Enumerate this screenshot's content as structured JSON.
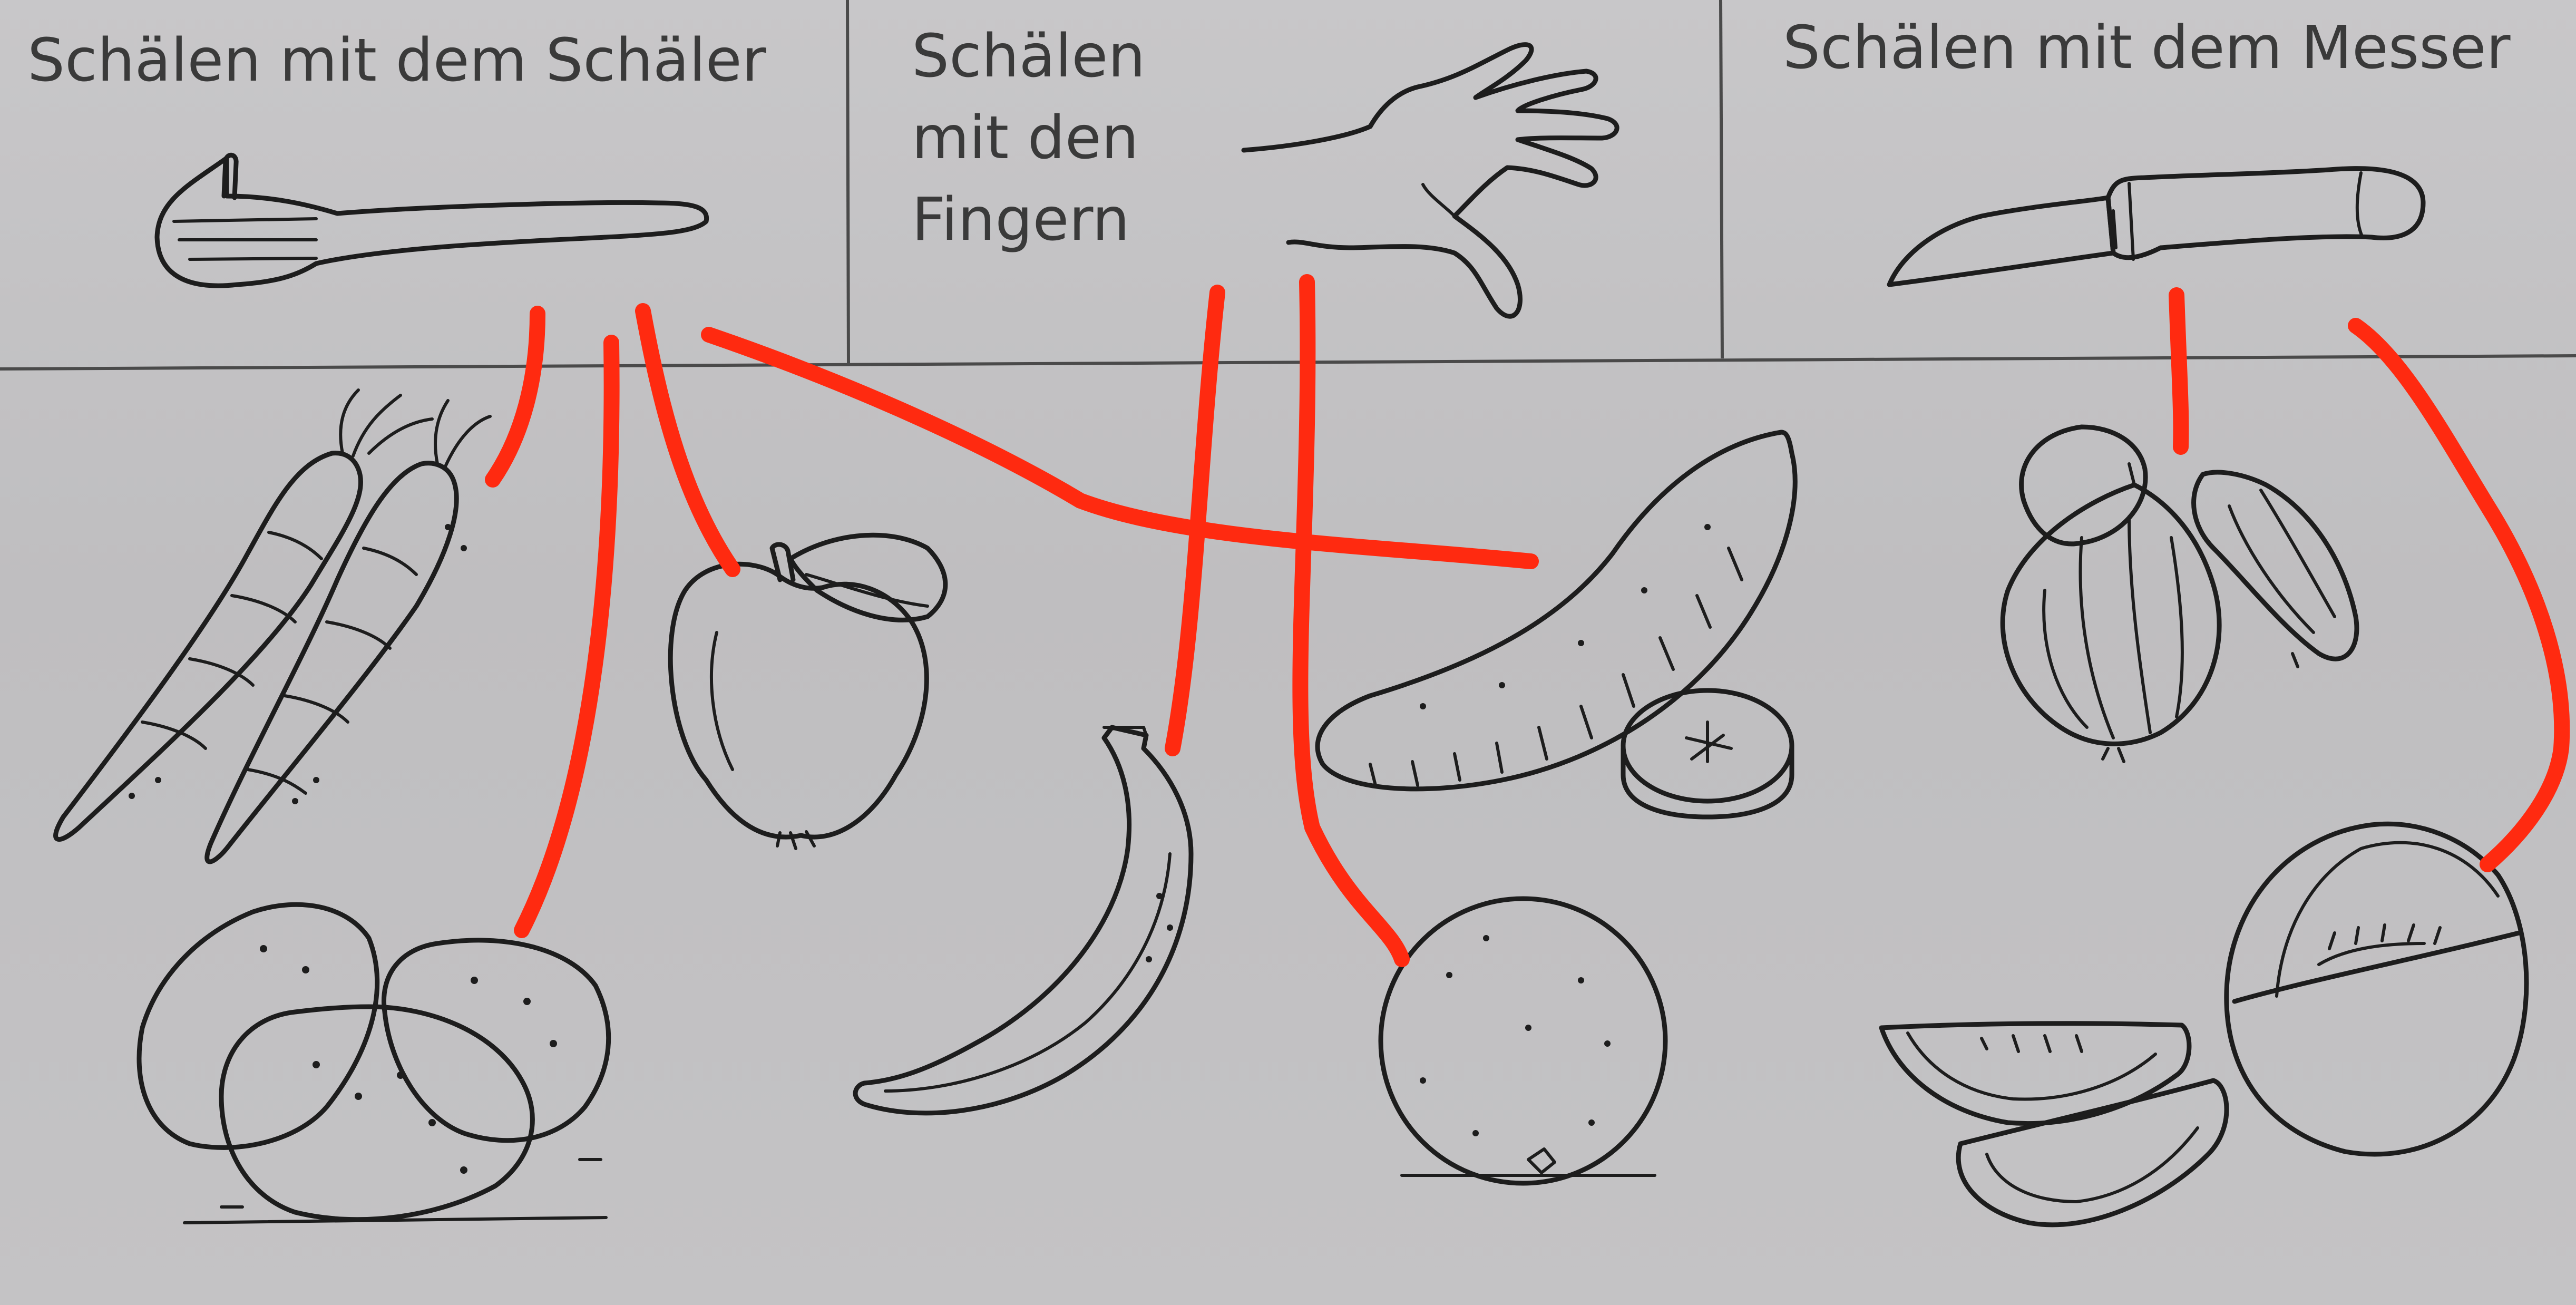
{
  "worksheet": {
    "headings": {
      "peeler": "Schälen mit dem Schäler",
      "fingers": [
        "Schälen",
        "mit den",
        "Fingern"
      ],
      "knife": "Schälen mit dem Messer"
    },
    "tools": {
      "peeler": "peeler-icon",
      "fingers": "hand-icon",
      "knife": "knife-icon"
    },
    "foods": [
      "carrot",
      "apple",
      "potato",
      "banana",
      "cucumber",
      "orange",
      "onion",
      "melon"
    ],
    "matching_lines": [
      {
        "tool": "peeler",
        "food": "carrot"
      },
      {
        "tool": "peeler",
        "food": "potato"
      },
      {
        "tool": "peeler",
        "food": "apple"
      },
      {
        "tool": "peeler",
        "food": "cucumber"
      },
      {
        "tool": "fingers",
        "food": "banana"
      },
      {
        "tool": "fingers",
        "food": "orange"
      },
      {
        "tool": "knife",
        "food": "onion"
      },
      {
        "tool": "knife",
        "food": "melon"
      }
    ],
    "colors": {
      "paper": "#c4c3c5",
      "ink": "#1d1d1d",
      "marker": "#ff2a10"
    }
  }
}
